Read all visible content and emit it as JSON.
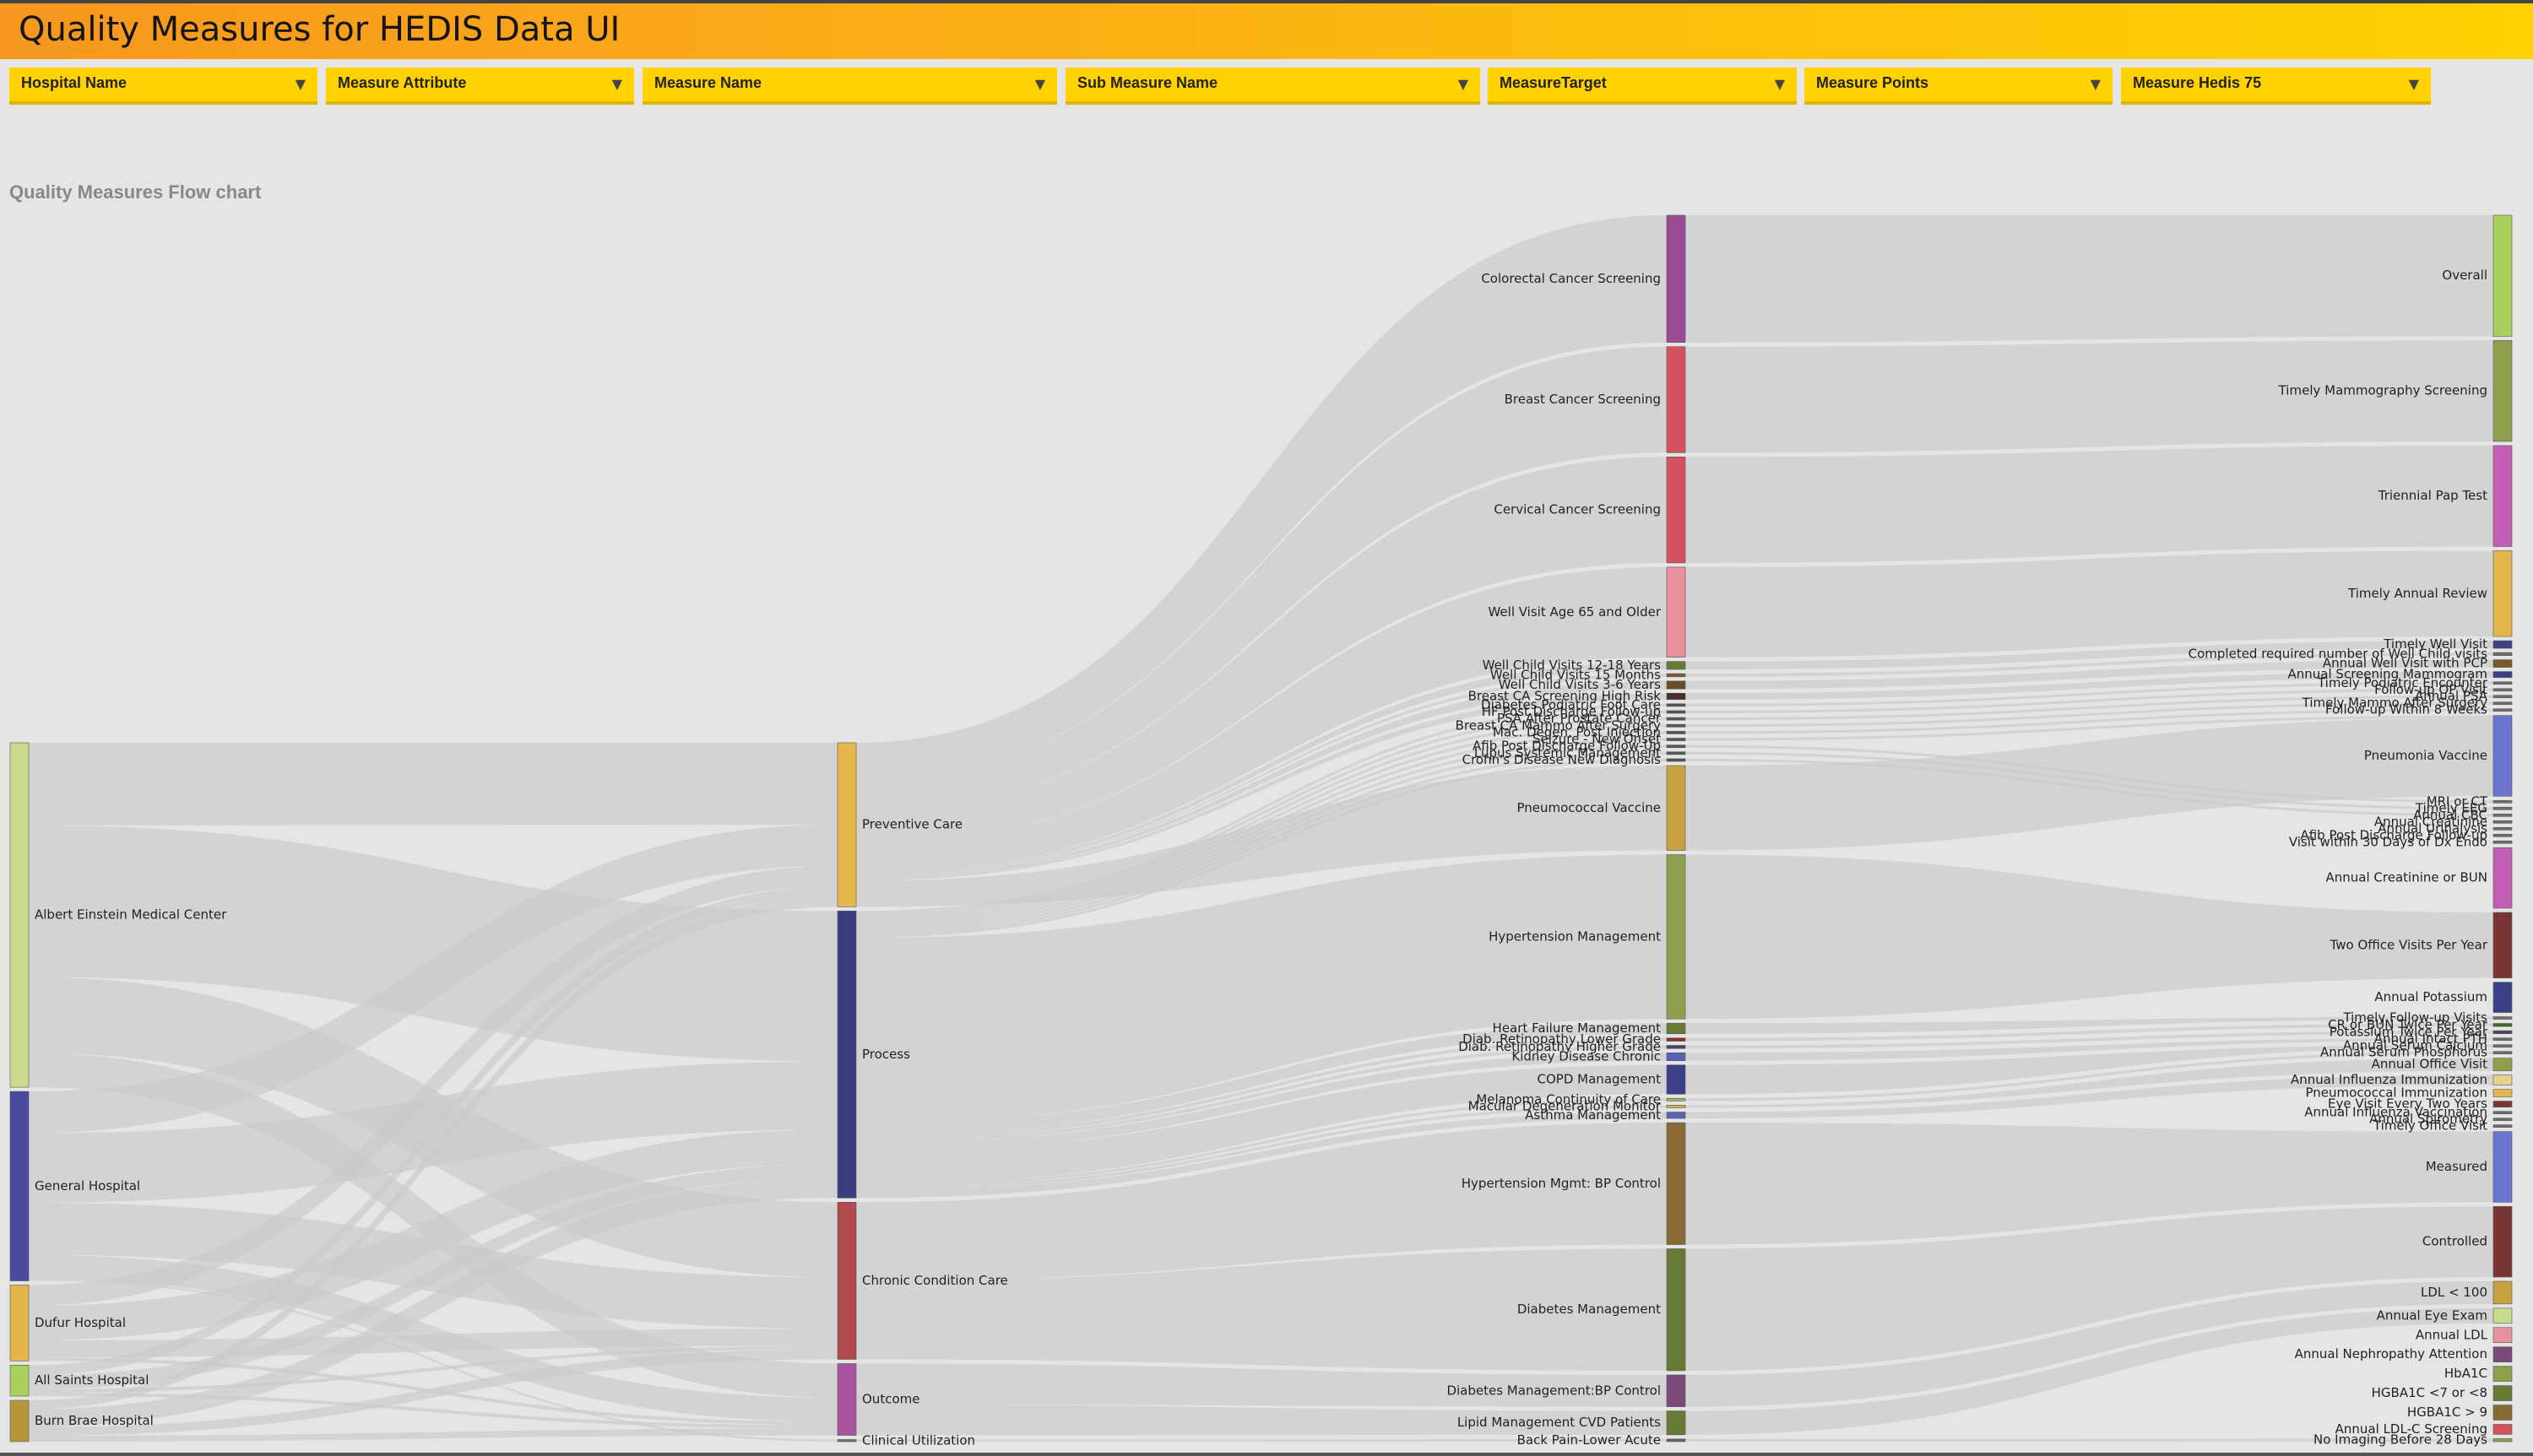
{
  "app": {
    "title": "Quality Measures for HEDIS Data UI"
  },
  "filters": [
    {
      "label": "Hospital Name"
    },
    {
      "label": "Measure Attribute"
    },
    {
      "label": "Measure Name"
    },
    {
      "label": "Sub Measure Name"
    },
    {
      "label": "MeasureTarget"
    },
    {
      "label": "Measure Points"
    },
    {
      "label": "Measure Hedis 75"
    }
  ],
  "chart_title": "Quality Measures Flow chart",
  "colors": {
    "header_start": "#f7971e",
    "header_end": "#ffd200",
    "filter_bg": "#ffd200",
    "background": "#e5e5e5",
    "link": "#c9c9c9"
  },
  "chart_data": {
    "type": "sankey",
    "columns": [
      {
        "nodes": [
          {
            "name": "Albert Einstein Medical Center",
            "color": "#c9db8e",
            "value": 100
          },
          {
            "name": "General Hospital",
            "color": "#4b4a9f",
            "value": 55
          },
          {
            "name": "Dufur Hospital",
            "color": "#e2b64a",
            "value": 22
          },
          {
            "name": "All Saints Hospital",
            "color": "#a9cf5c",
            "value": 9
          },
          {
            "name": "Burn Brae Hospital",
            "color": "#b8963c",
            "value": 12
          }
        ]
      },
      {
        "nodes": [
          {
            "name": "Preventive Care",
            "color": "#e5b84b",
            "value": 48
          },
          {
            "name": "Process",
            "color": "#3a3d7e",
            "value": 84
          },
          {
            "name": "Chronic Condition Care",
            "color": "#b04a4e",
            "value": 46
          },
          {
            "name": "Outcome",
            "color": "#a8559e",
            "value": 21
          },
          {
            "name": "Clinical Utilization",
            "color": "#6d6d6d",
            "value": 0.5
          }
        ]
      },
      {
        "nodes": [
          {
            "name": "Colorectal Cancer Screening",
            "color": "#9a4b94",
            "value": 24
          },
          {
            "name": "Breast Cancer Screening",
            "color": "#d4525e",
            "value": 20
          },
          {
            "name": "Cervical Cancer Screening",
            "color": "#d4525e",
            "value": 20
          },
          {
            "name": "Well Visit Age 65 and Older",
            "color": "#e9919c",
            "value": 17
          },
          {
            "name": "Well Child Visits 12-18 Years",
            "color": "#6b7a32",
            "value": 1.5
          },
          {
            "name": "Well Child Visits 15 Months",
            "color": "#7a5a2a",
            "value": 0.6
          },
          {
            "name": "Well Child Visits 3-6 Years",
            "color": "#6d4b28",
            "value": 1.5
          },
          {
            "name": "Breast CA Screening High Risk",
            "color": "#4d2c2c",
            "value": 1.2
          },
          {
            "name": "Diabetes Podiatric Foot Care",
            "color": "#555555",
            "value": 0.5
          },
          {
            "name": "HF Post Discharge Follow-up",
            "color": "#555555",
            "value": 0.5
          },
          {
            "name": "PSA After Prostate Cancer",
            "color": "#555555",
            "value": 0.5
          },
          {
            "name": "Breast CA Mammo After Surgery",
            "color": "#555555",
            "value": 0.5
          },
          {
            "name": "Mac. Degen. Post Injection",
            "color": "#555555",
            "value": 0.5
          },
          {
            "name": "Seizure - New Onset",
            "color": "#555555",
            "value": 0.5
          },
          {
            "name": "Afib Post Discharge Follow-Up",
            "color": "#555555",
            "value": 0.5
          },
          {
            "name": "Lupus Systemic Management",
            "color": "#555555",
            "value": 0.5
          },
          {
            "name": "Crohn's Disease New Diagnosis",
            "color": "#555555",
            "value": 0.5
          },
          {
            "name": "Pneumococcal Vaccine",
            "color": "#c9a240",
            "value": 16
          },
          {
            "name": "Hypertension Management",
            "color": "#8ea04e",
            "value": 31
          },
          {
            "name": "Heart Failure Management",
            "color": "#6b7a32",
            "value": 2
          },
          {
            "name": "Diab. Retinopathy Lower Grade",
            "color": "#8a3030",
            "value": 0.6
          },
          {
            "name": "Diab. Retinopathy Higher Grade",
            "color": "#444466",
            "value": 0.6
          },
          {
            "name": "Kidney Disease Chronic",
            "color": "#5a62b6",
            "value": 1.5
          },
          {
            "name": "COPD Management",
            "color": "#3b3f86",
            "value": 5.5
          },
          {
            "name": "Melanoma Continuity of Care",
            "color": "#9db45e",
            "value": 0.5
          },
          {
            "name": "Macular Degeneration Monitor",
            "color": "#c8b060",
            "value": 0.5
          },
          {
            "name": "Asthma Management",
            "color": "#5a62b6",
            "value": 1.2
          },
          {
            "name": "Hypertension Mgmt: BP Control",
            "color": "#8a6a34",
            "value": 23
          },
          {
            "name": "Diabetes Management",
            "color": "#667a36",
            "value": 23
          },
          {
            "name": "Diabetes Management:BP Control",
            "color": "#7a4a7a",
            "value": 6
          },
          {
            "name": "Lipid Management CVD Patients",
            "color": "#667a36",
            "value": 4.5
          },
          {
            "name": "Back Pain-Lower Acute",
            "color": "#666666",
            "value": 0.5
          }
        ]
      },
      {
        "nodes": [
          {
            "name": "Overall",
            "color": "#a9cf5c",
            "value": 24
          },
          {
            "name": "Timely Mammography Screening",
            "color": "#8ea04e",
            "value": 20
          },
          {
            "name": "Triennial Pap Test",
            "color": "#c45fb6",
            "value": 20
          },
          {
            "name": "Timely Annual Review",
            "color": "#e2b64a",
            "value": 17
          },
          {
            "name": "Timely Well Visit",
            "color": "#3b3f86",
            "value": 1.5
          },
          {
            "name": "Completed required number of Well Child visits",
            "color": "#6d6d6d",
            "value": 0.6
          },
          {
            "name": "Annual Well Visit with PCP",
            "color": "#7a5a2a",
            "value": 1.5
          },
          {
            "name": "Annual Screening Mammogram",
            "color": "#3b3f86",
            "value": 1.2
          },
          {
            "name": "Timely Podiatric Encounter",
            "color": "#6d6d6d",
            "value": 0.5
          },
          {
            "name": "Follow-up OP Visit",
            "color": "#6d6d6d",
            "value": 0.5
          },
          {
            "name": "Annual PSA",
            "color": "#6d6d6d",
            "value": 0.5
          },
          {
            "name": "Timely Mammo After Surgery",
            "color": "#6d6d6d",
            "value": 0.5
          },
          {
            "name": "Follow-up Within 8 Weeks",
            "color": "#6d6d6d",
            "value": 0.5
          },
          {
            "name": "Pneumonia Vaccine",
            "color": "#6b74cf",
            "value": 16
          },
          {
            "name": "MRI or CT",
            "color": "#6d6d6d",
            "value": 0.5
          },
          {
            "name": "Timely EEG",
            "color": "#6d6d6d",
            "value": 0.5
          },
          {
            "name": "Annual CBC",
            "color": "#6d6d6d",
            "value": 0.5
          },
          {
            "name": "Annual Creatinine",
            "color": "#6d6d6d",
            "value": 0.5
          },
          {
            "name": "Annual Urinalysis",
            "color": "#6d6d6d",
            "value": 0.5
          },
          {
            "name": "Afib Post Discharge Follow-up",
            "color": "#6d6d6d",
            "value": 0.5
          },
          {
            "name": "Visit within 30 Days of Dx Endo",
            "color": "#6d6d6d",
            "value": 0.5
          },
          {
            "name": "Annual Creatinine or BUN",
            "color": "#c45fb6",
            "value": 12
          },
          {
            "name": "Two Office Visits Per Year",
            "color": "#7a3434",
            "value": 13
          },
          {
            "name": "Annual Potassium",
            "color": "#3b3f86",
            "value": 6
          },
          {
            "name": "Timely Follow-up Visits",
            "color": "#6d6d6d",
            "value": 0.5
          },
          {
            "name": "CR or BUN Twice Per Year",
            "color": "#3a6a2a",
            "value": 0.6
          },
          {
            "name": "Potassium Twice Per Year",
            "color": "#444466",
            "value": 0.6
          },
          {
            "name": "Annual Intact PTH",
            "color": "#6d6d6d",
            "value": 0.5
          },
          {
            "name": "Annual Serum Calcium",
            "color": "#6d6d6d",
            "value": 0.5
          },
          {
            "name": "Annual Serum Phosphorus",
            "color": "#6d6d6d",
            "value": 0.5
          },
          {
            "name": "Annual Office Visit",
            "color": "#8ea04e",
            "value": 2.5
          },
          {
            "name": "Annual Influenza Immunization",
            "color": "#e8d28a",
            "value": 2
          },
          {
            "name": "Pneumococcal Immunization",
            "color": "#e2b64a",
            "value": 1.5
          },
          {
            "name": "Eye Visit Every Two Years",
            "color": "#7a3434",
            "value": 1.2
          },
          {
            "name": "Annual Influenza Vaccination",
            "color": "#6d6d6d",
            "value": 0.5
          },
          {
            "name": "Annual Spirometry",
            "color": "#6d6d6d",
            "value": 0.5
          },
          {
            "name": "Timely Office Visit",
            "color": "#6d6d6d",
            "value": 0.5
          },
          {
            "name": "Measured",
            "color": "#6b74cf",
            "value": 14
          },
          {
            "name": "Controlled",
            "color": "#7a3434",
            "value": 14
          },
          {
            "name": "LDL < 100",
            "color": "#c9a240",
            "value": 4.5
          },
          {
            "name": "Annual Eye Exam",
            "color": "#c9db8e",
            "value": 3
          },
          {
            "name": "Annual LDL",
            "color": "#e9919c",
            "value": 3
          },
          {
            "name": "Annual Nephropathy Attention",
            "color": "#7a4a7a",
            "value": 3
          },
          {
            "name": "HbA1C",
            "color": "#8ea04e",
            "value": 3
          },
          {
            "name": "HGBA1C <7 or <8",
            "color": "#667a36",
            "value": 3
          },
          {
            "name": "HGBA1C > 9",
            "color": "#8a6a34",
            "value": 3
          },
          {
            "name": "Annual LDL-C Screening",
            "color": "#d4525e",
            "value": 2
          },
          {
            "name": "No Imaging Before 28 Days",
            "color": "#8ea04e",
            "value": 0.6
          }
        ]
      }
    ],
    "links": [
      {
        "col": 0,
        "s": 0,
        "t": 0,
        "v": 24
      },
      {
        "col": 0,
        "s": 0,
        "t": 1,
        "v": 44
      },
      {
        "col": 0,
        "s": 0,
        "t": 2,
        "v": 22
      },
      {
        "col": 0,
        "s": 0,
        "t": 3,
        "v": 10
      },
      {
        "col": 0,
        "s": 1,
        "t": 0,
        "v": 12
      },
      {
        "col": 0,
        "s": 1,
        "t": 1,
        "v": 20
      },
      {
        "col": 0,
        "s": 1,
        "t": 2,
        "v": 15
      },
      {
        "col": 0,
        "s": 1,
        "t": 3,
        "v": 7
      },
      {
        "col": 0,
        "s": 1,
        "t": 4,
        "v": 0.5
      },
      {
        "col": 0,
        "s": 2,
        "t": 0,
        "v": 6
      },
      {
        "col": 0,
        "s": 2,
        "t": 1,
        "v": 10
      },
      {
        "col": 0,
        "s": 2,
        "t": 2,
        "v": 5
      },
      {
        "col": 0,
        "s": 2,
        "t": 3,
        "v": 1
      },
      {
        "col": 0,
        "s": 3,
        "t": 0,
        "v": 3
      },
      {
        "col": 0,
        "s": 3,
        "t": 1,
        "v": 4
      },
      {
        "col": 0,
        "s": 3,
        "t": 2,
        "v": 1
      },
      {
        "col": 0,
        "s": 3,
        "t": 3,
        "v": 1
      },
      {
        "col": 0,
        "s": 4,
        "t": 0,
        "v": 3
      },
      {
        "col": 0,
        "s": 4,
        "t": 1,
        "v": 6
      },
      {
        "col": 0,
        "s": 4,
        "t": 2,
        "v": 3
      },
      {
        "col": 0,
        "s": 4,
        "t": 3,
        "v": 2
      }
    ]
  }
}
